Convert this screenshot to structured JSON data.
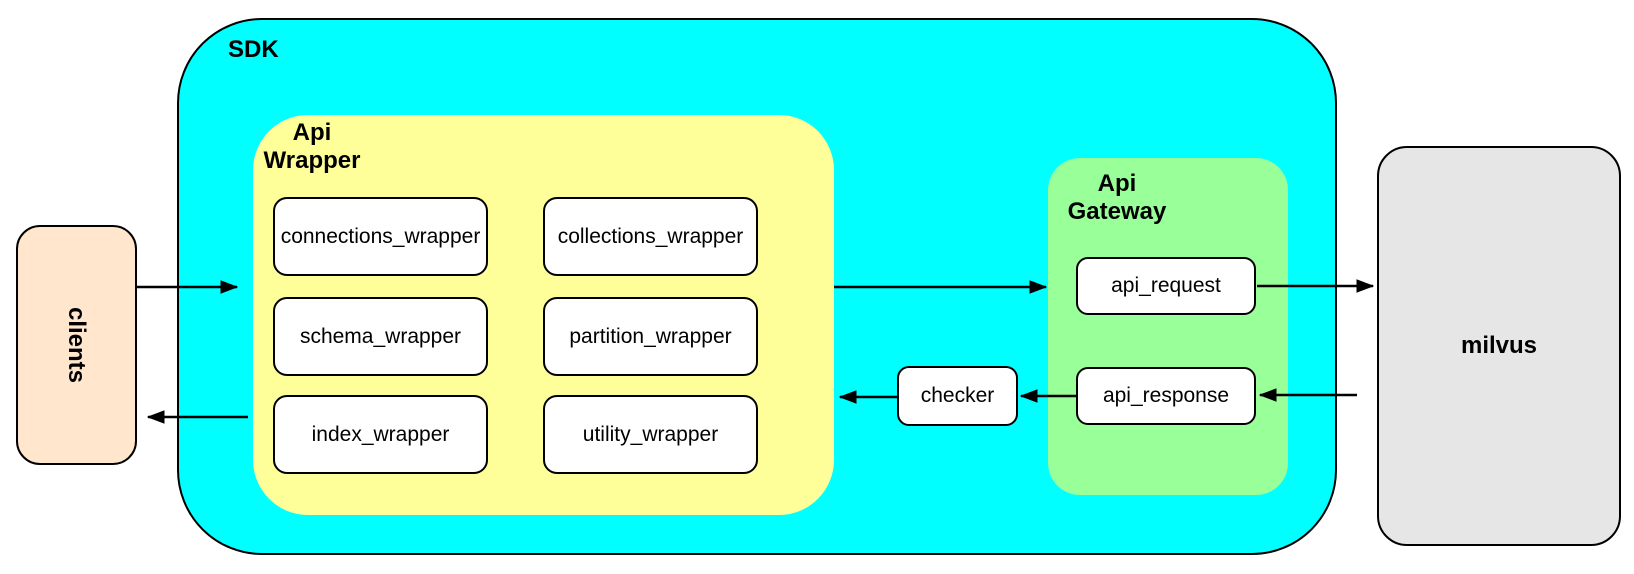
{
  "nodes": {
    "sdk": {
      "label": "SDK"
    },
    "clients": {
      "label": "clients"
    },
    "api_wrapper": {
      "label_line1": "Api",
      "label_line2": "Wrapper",
      "children": [
        "connections_wrapper",
        "collections_wrapper",
        "schema_wrapper",
        "partition_wrapper",
        "index_wrapper",
        "utility_wrapper"
      ]
    },
    "api_gateway": {
      "label_line1": "Api",
      "label_line2": "Gateway",
      "children": [
        "api_request",
        "api_response"
      ]
    },
    "checker": {
      "label": "checker"
    },
    "milvus": {
      "label": "milvus"
    }
  },
  "edges": [
    {
      "from": "clients",
      "to": "SDK"
    },
    {
      "from": "SDK",
      "to": "clients"
    },
    {
      "from": "Api Wrapper",
      "to": "api_request"
    },
    {
      "from": "api_request",
      "to": "milvus"
    },
    {
      "from": "milvus",
      "to": "api_response"
    },
    {
      "from": "api_response",
      "to": "checker"
    },
    {
      "from": "checker",
      "to": "Api Wrapper"
    }
  ],
  "colors": {
    "sdk-fill": "#00ffff",
    "wrapper-fill": "#ffff99",
    "gateway-fill": "#99ff99",
    "clients-fill": "#ffe6cc",
    "milvus-fill": "#e6e6e6",
    "node-fill": "#ffffff",
    "line": "#000000"
  }
}
